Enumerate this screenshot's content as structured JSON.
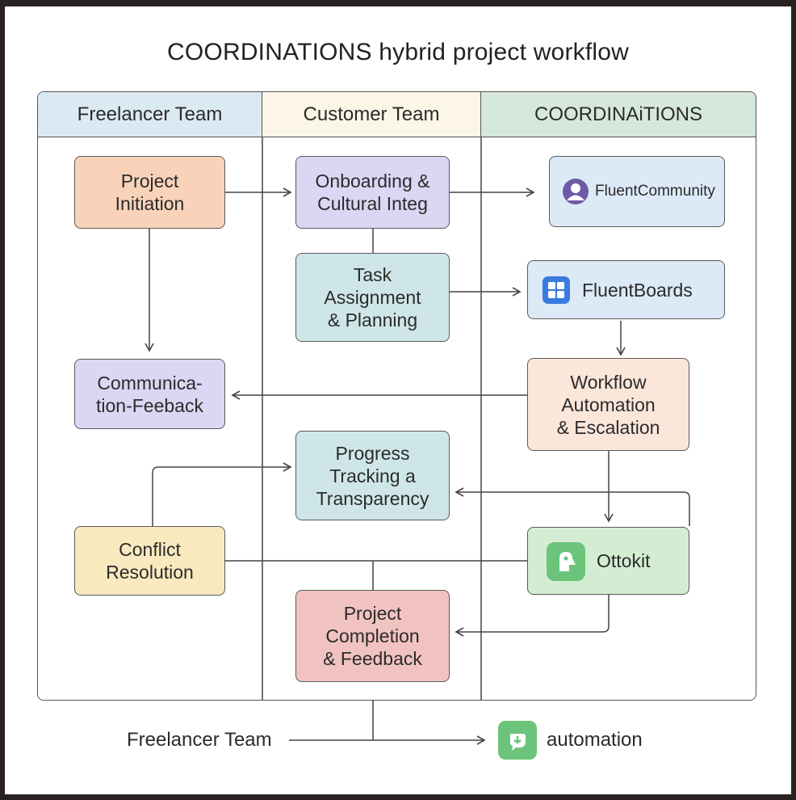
{
  "title": "COORDINATIONS hybrid project workflow",
  "lanes": [
    {
      "label": "Freelancer Team",
      "color": "#dbe9f2"
    },
    {
      "label": "Customer Team",
      "color": "#fbf6e6"
    },
    {
      "label": "COORDINAiTIONS",
      "color": "#d6e7dc"
    }
  ],
  "nodes": {
    "project_initiation": "Project\nInitiation",
    "onboarding": "Onboarding &\nCultural Integ",
    "task_assignment": "Task\nAssignment\n& Planning",
    "communication": "Communica-\ntion-Feeback",
    "progress_tracking": "Progress\nTracking a\nTransparency",
    "conflict_resolution": "Conflict\nResolution",
    "project_completion": "Project\nCompletion\n& Feedback",
    "workflow_automation": "Workflow\nAutomation\n& Escalation"
  },
  "tools": {
    "fluent_community": "FluentCommunity",
    "fluent_boards": "FluentBoards",
    "ottokit": "Ottokit"
  },
  "icons": {
    "fluent_community": "user-avatar-icon",
    "fluent_boards": "grid-board-icon",
    "ottokit": "ottokit-logo-icon",
    "automation": "automation-logo-icon"
  },
  "colors": {
    "peach": "#f8d3b9",
    "lavender": "#dcd5f3",
    "teal": "#cfe6e8",
    "yellow": "#f9e9bf",
    "pink": "#f1c3c0",
    "light_blue": "#dce9f6",
    "cream": "#fbe6da",
    "green": "#d3edd3",
    "icon_blue": "#3a7be0",
    "icon_green": "#6cc47a",
    "icon_purple": "#6d5aa6"
  },
  "footer": {
    "left_label": "Freelancer Team",
    "right_label": "automation"
  }
}
